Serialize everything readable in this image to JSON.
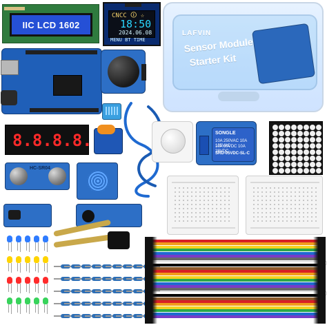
{
  "products": {
    "lcd_text": "IIC LCD 1602",
    "oled": {
      "line1": "CNCC 🛈 ☆",
      "time": "18:50",
      "date": "2024.06.08",
      "line3": "MENU  BT  TIME"
    },
    "box": {
      "brand": "LAFVIN",
      "title_line1": "Sensor Module",
      "title_line2": "Starter Kit"
    },
    "seven_segment": {
      "digits": "8.8.8.8."
    },
    "ultrasonic": {
      "label": "HC-SR04"
    },
    "relay": {
      "brand": "SONGLE",
      "line1": "10A 250VAC  10A 125VAC",
      "line2": "10A 30VDC   10A 28VDC",
      "model": "SRD-05VDC-SL-C"
    }
  },
  "colors": {
    "pcb_blue": "#1f5fb8",
    "lcd_blue": "#2550d6",
    "box_blue": "#d6e9ff",
    "seg_red": "#ff2a2a",
    "breadboard": "#f4f4f4",
    "wire_palette": [
      "#d71f26",
      "#f29c1b",
      "#f4d21f",
      "#2aa84a",
      "#1f6ad1",
      "#7a3cc7",
      "#6a6a6a",
      "#ffffff",
      "#000000",
      "#8b5a2b"
    ]
  }
}
